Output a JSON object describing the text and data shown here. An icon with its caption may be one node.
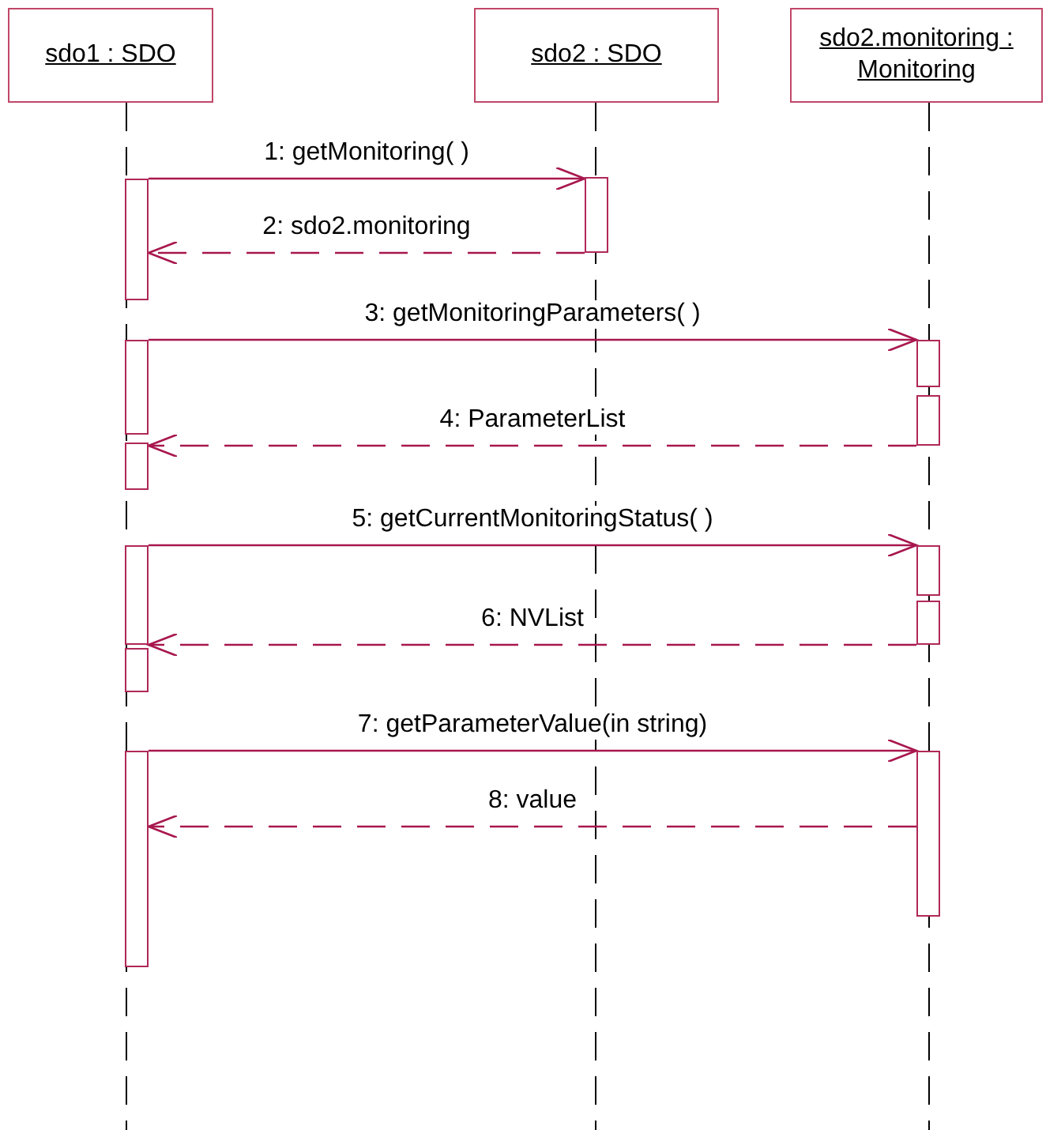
{
  "diagram": {
    "nodes": [
      {
        "text": [
          "sdo1 : SDO"
        ]
      },
      {
        "text": [
          "sdo2 : SDO"
        ]
      },
      {
        "text": [
          "sdo2.monitoring : Monitoring"
        ]
      },
      {
        "text": [],
        "shape": "bar"
      },
      {
        "text": [],
        "shape": "bar"
      },
      {
        "text": [],
        "shape": "bar"
      },
      {
        "text": [],
        "shape": "bar"
      },
      {
        "text": [],
        "shape": "bar"
      },
      {
        "text": [],
        "shape": "bar"
      },
      {
        "text": [],
        "shape": "bar"
      },
      {
        "text": [],
        "shape": "bar"
      },
      {
        "text": [],
        "shape": "bar"
      },
      {
        "text": [],
        "shape": "bar"
      },
      {
        "text": [],
        "shape": "bar"
      },
      {
        "text": [],
        "shape": "bar"
      }
    ],
    "edges": [
      {
        "from": 3,
        "to": 4,
        "arrow": "to",
        "label": "1: getMonitoring( )"
      },
      {
        "from": 4,
        "to": 3,
        "arrow": "to",
        "label": "2: sdo2.monitoring",
        "style": "dashed"
      },
      {
        "from": 5,
        "to": 6,
        "arrow": "to",
        "label": "3: getMonitoringParameters( )"
      },
      {
        "from": 7,
        "to": 8,
        "arrow": "to",
        "label": "4: ParameterList",
        "style": "dashed"
      },
      {
        "from": 9,
        "to": 10,
        "arrow": "to",
        "label": "5: getCurrentMonitoringStatus( )"
      },
      {
        "from": 11,
        "to": 12,
        "arrow": "to",
        "label": "6: NVList",
        "style": "dashed"
      },
      {
        "from": 13,
        "to": 14,
        "arrow": "to",
        "label": "7: getParameterValue(in string)"
      },
      {
        "from": 14,
        "to": 13,
        "arrow": "to",
        "label": "8: value",
        "style": "dashed"
      }
    ]
  }
}
